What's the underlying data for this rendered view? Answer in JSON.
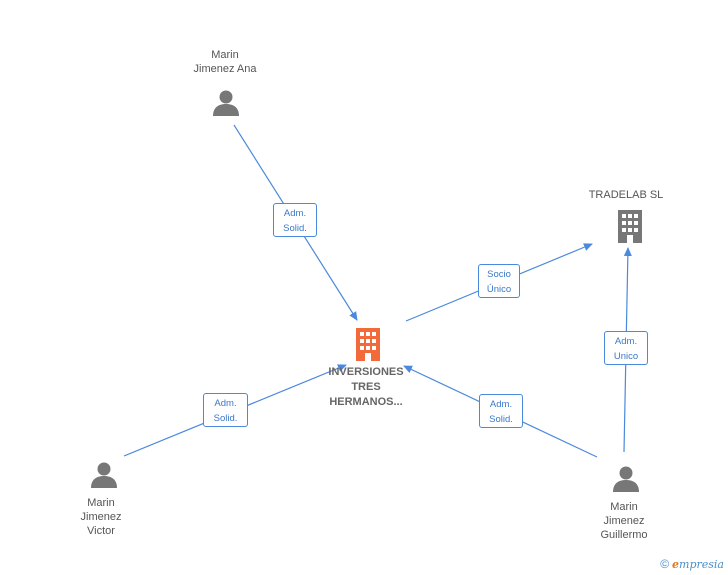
{
  "nodes": {
    "marin_ana": {
      "label_lines": [
        "Marin",
        "Jimenez Ana"
      ],
      "icon": "person-icon"
    },
    "tradelab": {
      "label_lines": [
        "TRADELAB SL"
      ],
      "icon": "building-icon"
    },
    "inversiones": {
      "label_lines": [
        "INVERSIONES",
        "TRES",
        "HERMANOS..."
      ],
      "icon": "building-icon",
      "color": "#f26a3a"
    },
    "marin_victor": {
      "label_lines": [
        "Marin",
        "Jimenez",
        "Victor"
      ],
      "icon": "person-icon"
    },
    "marin_guillermo": {
      "label_lines": [
        "Marin",
        "Jimenez",
        "Guillermo"
      ],
      "icon": "person-icon"
    }
  },
  "edges": {
    "ana_to_inv": [
      "Adm.",
      "Solid."
    ],
    "inv_to_tradelab": [
      "Socio",
      "Único"
    ],
    "guillermo_to_tradelab": [
      "Adm.",
      "Unico"
    ],
    "victor_to_inv": [
      "Adm.",
      "Solid."
    ],
    "guillermo_to_inv": [
      "Adm.",
      "Solid."
    ]
  },
  "colors": {
    "edge": "#4a89dc",
    "icon_gray": "#777777",
    "main_icon": "#f26a3a"
  },
  "footer": {
    "copyright": "©",
    "brand_initial": "e",
    "brand_rest": "mpresia"
  }
}
